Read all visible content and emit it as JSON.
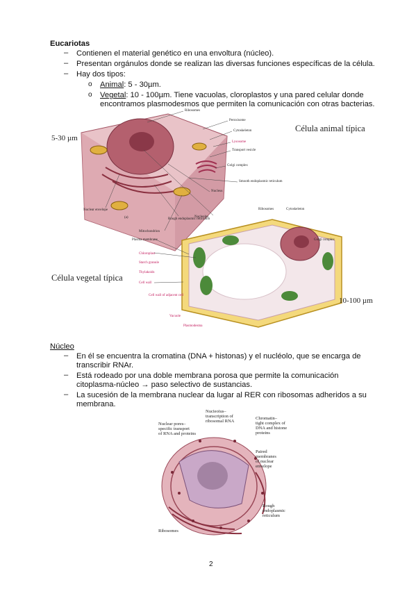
{
  "section1": {
    "heading": "Eucariotas",
    "bullets": [
      "Contienen el material genético en una envoltura (núcleo).",
      "Presentan orgánulos donde se realizan las diversas funciones específicas de la célula.",
      "Hay dos tipos:"
    ],
    "subtypes": [
      {
        "term": "Animal",
        "rest": ": 5 - 30µm."
      },
      {
        "term": "Vegetal",
        "rest": ": 10 - 100µm. Tiene vacuolas, cloroplastos y una pared celular donde",
        "cont": "encontramos plasmodesmos que permiten la comunicación con otras bacterias."
      }
    ]
  },
  "figure1": {
    "title_animal": "Célula animal típica",
    "title_plant": "Célula vegetal típica",
    "size_animal": "5-30 µm",
    "size_plant": "10-100 µm",
    "panel_label": "(a)",
    "labels": {
      "ribosomes": "Ribosomes",
      "peroxisome": "Peroxisome",
      "cytoskeleton": "Cytoskeleton",
      "lysosome": "Lysosome",
      "transport_vesicle": "Transport vesicle",
      "golgi": "Golgi complex",
      "smooth_er": "Smooth endoplasmic reticulum",
      "nucleus": "Nucleus",
      "nuclear_envelope": "Nuclear envelope",
      "rough_er": "Rough endoplasmic reticulum",
      "nucleolus": "Nucleolus",
      "ribosomes2": "Ribosomes",
      "cytoskeleton2": "Cytoskeleton",
      "golgi2": "Golgi complex",
      "mitochondrion": "Mitochondrion",
      "plasma_membrane": "Plasma membrane",
      "chloroplast": "Chloroplast",
      "starch": "Starch granule",
      "thylakoids": "Thylakoids",
      "cell_wall": "Cell wall",
      "cell_wall_adj": "Cell wall of adjacent cell",
      "vacuole": "Vacuole",
      "plasmodesma": "Plasmodesma"
    }
  },
  "section2": {
    "heading": "Núcleo",
    "bullets": [
      [
        "En él se encuentra la cromatina (DNA + histonas) y el nucléolo, que se encarga de",
        "transcribir RNAr."
      ],
      [
        "Está rodeado por una doble membrana porosa que permite la comunicación",
        "citoplasma-núcleo → paso selectivo de sustancias."
      ],
      [
        "La sucesión de la membrana nuclear da lugar al RER con ribosomas adheridos a su",
        "membrana."
      ]
    ]
  },
  "figure2": {
    "labels": {
      "pores": "Nuclear pores–specific transport of RNA and proteins",
      "nucleolus": "Nucleolus–transcription of ribosomal RNA",
      "chromatin": "Chromatin–tight complex of DNA and histone proteins",
      "paired": "Paired membranes of nuclear envelope",
      "ribosomes": "Ribosomes",
      "rough_er": "Rough endoplasmic reticulum"
    }
  },
  "page_number": "2",
  "colors": {
    "text": "#111111",
    "label_pink": "#c2185b",
    "cell_pink": "#d9a0a8",
    "cell_wall": "#f0d070",
    "chloroplast": "#4c8a3a"
  }
}
